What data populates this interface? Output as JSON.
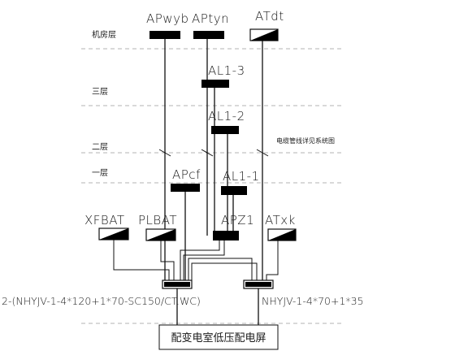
{
  "floors": {
    "machine_room": "机房层",
    "third": "三层",
    "second": "二层",
    "first": "一层"
  },
  "panels": {
    "apwyb": "APwyb",
    "aptyn": "APtyn",
    "atdt": "ATdt",
    "al1_3": "AL1-3",
    "al1_2": "AL1-2",
    "apcf": "APcf",
    "al1_1": "AL1-1",
    "xfbat": "XFBAT",
    "plbat": "PLBAT",
    "apz1": "APZ1",
    "atxk": "ATxk"
  },
  "notes": {
    "cable_ref": "电缆管线详见系统图"
  },
  "cables": {
    "left": "2-(NHYJV-1-4*120+1*70-SC150/CT.WC)",
    "right": "NHYJV-1-4*70+1*35"
  },
  "source": "配变电室低压配电屏"
}
